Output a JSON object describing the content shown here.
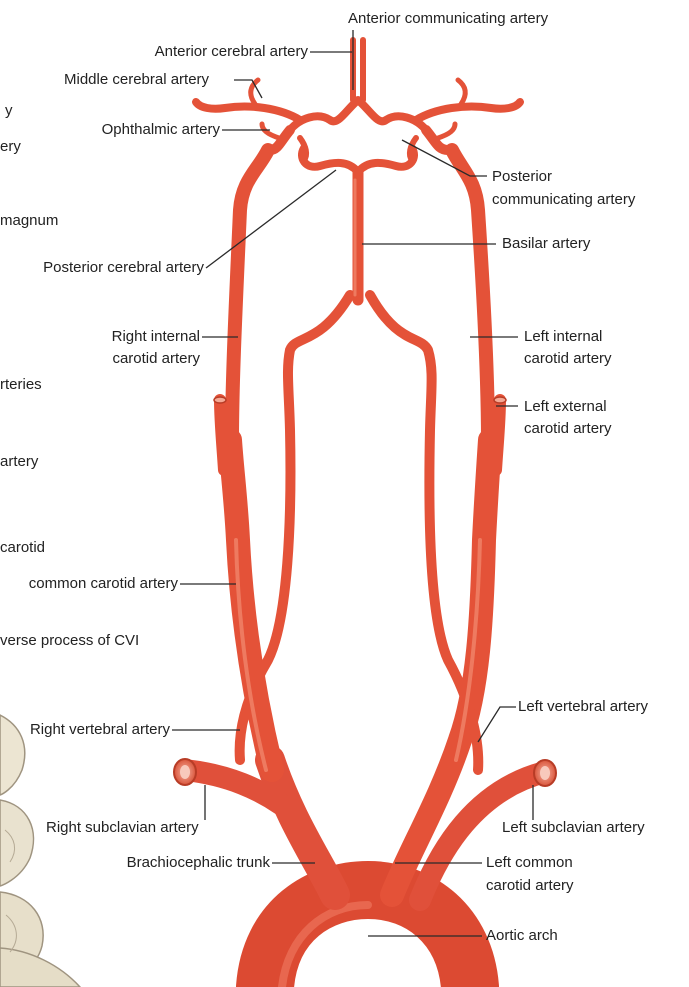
{
  "colors": {
    "artery": "#e8533a",
    "artery_dark": "#c8412b",
    "artery_light": "#f58a72",
    "bone": "#e9e2cf",
    "bone_edge": "#9f9480",
    "leader": "#2a2a2a",
    "text": "#222222"
  },
  "labels": {
    "anterior_communicating": "Anterior communicating artery",
    "anterior_cerebral": "Anterior cerebral artery",
    "middle_cerebral": "Middle cerebral artery",
    "ophthalmic": "Ophthalmic artery",
    "posterior_communicating_1": "Posterior",
    "posterior_communicating_2": "communicating artery",
    "basilar": "Basilar artery",
    "posterior_cerebral": "Posterior cerebral artery",
    "right_internal_1": "Right internal",
    "right_internal_2": "carotid artery",
    "left_internal_1": "Left internal",
    "left_internal_2": "carotid artery",
    "left_external_1": "Left external",
    "left_external_2": "carotid artery",
    "right_common_partial": "common carotid artery",
    "right_vertebral": "Right vertebral artery",
    "left_vertebral": "Left vertebral artery",
    "right_subclavian": "Right subclavian artery",
    "left_subclavian": "Left subclavian artery",
    "brachiocephalic": "Brachiocephalic trunk",
    "left_common_1": "Left common",
    "left_common_2": "carotid artery",
    "aortic_arch": "Aortic arch"
  },
  "cropped_left_labels": {
    "y1": "y",
    "y2": "ery",
    "foramen": "magnum",
    "arteries": "rteries",
    "artery": "artery",
    "carotid": "carotid",
    "process": "verse process of CVI"
  }
}
